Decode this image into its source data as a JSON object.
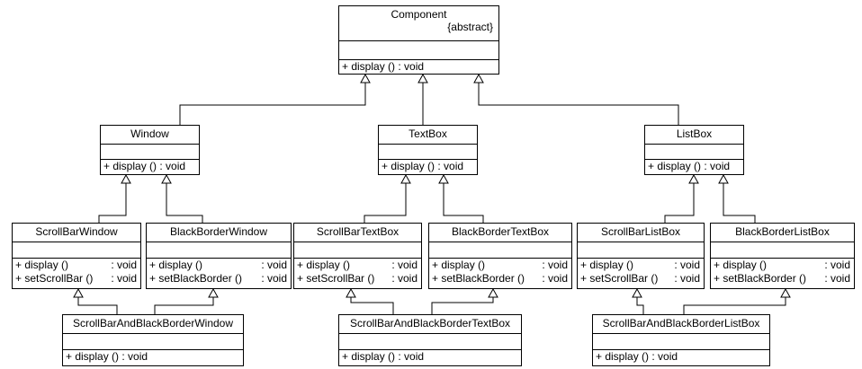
{
  "diagram": {
    "component": {
      "name": "Component",
      "stereotype": "{abstract}",
      "ops": [
        {
          "sig": "+ display () : void",
          "ret": ""
        }
      ]
    },
    "window": {
      "name": "Window",
      "ops": [
        {
          "sig": "+ display () : void",
          "ret": ""
        }
      ]
    },
    "textbox": {
      "name": "TextBox",
      "ops": [
        {
          "sig": "+ display () : void",
          "ret": ""
        }
      ]
    },
    "listbox": {
      "name": "ListBox",
      "ops": [
        {
          "sig": "+ display () : void",
          "ret": ""
        }
      ]
    },
    "scrollbar_window": {
      "name": "ScrollBarWindow",
      "ops": [
        {
          "sig": "+ display ()",
          "ret": ": void"
        },
        {
          "sig": "+ setScrollBar ()",
          "ret": ": void"
        }
      ]
    },
    "blackborder_window": {
      "name": "BlackBorderWindow",
      "ops": [
        {
          "sig": "+ display ()",
          "ret": ": void"
        },
        {
          "sig": "+ setBlackBorder ()",
          "ret": ": void"
        }
      ]
    },
    "scrollbar_textbox": {
      "name": "ScrollBarTextBox",
      "ops": [
        {
          "sig": "+ display ()",
          "ret": ": void"
        },
        {
          "sig": "+ setScrollBar ()",
          "ret": ": void"
        }
      ]
    },
    "blackborder_textbox": {
      "name": "BlackBorderTextBox",
      "ops": [
        {
          "sig": "+ display ()",
          "ret": ": void"
        },
        {
          "sig": "+ setBlackBorder ()",
          "ret": ": void"
        }
      ]
    },
    "scrollbar_listbox": {
      "name": "ScrollBarListBox",
      "ops": [
        {
          "sig": "+ display ()",
          "ret": ": void"
        },
        {
          "sig": "+ setScrollBar ()",
          "ret": ": void"
        }
      ]
    },
    "blackborder_listbox": {
      "name": "BlackBorderListBox",
      "ops": [
        {
          "sig": "+ display ()",
          "ret": ": void"
        },
        {
          "sig": "+ setBlackBorder ()",
          "ret": ": void"
        }
      ]
    },
    "sb_bb_window": {
      "name": "ScrollBarAndBlackBorderWindow",
      "ops": [
        {
          "sig": "+ display () : void",
          "ret": ""
        }
      ]
    },
    "sb_bb_textbox": {
      "name": "ScrollBarAndBlackBorderTextBox",
      "ops": [
        {
          "sig": "+ display () : void",
          "ret": ""
        }
      ]
    },
    "sb_bb_listbox": {
      "name": "ScrollBarAndBlackBorderListBox",
      "ops": [
        {
          "sig": "+ display () : void",
          "ret": ""
        }
      ]
    }
  }
}
